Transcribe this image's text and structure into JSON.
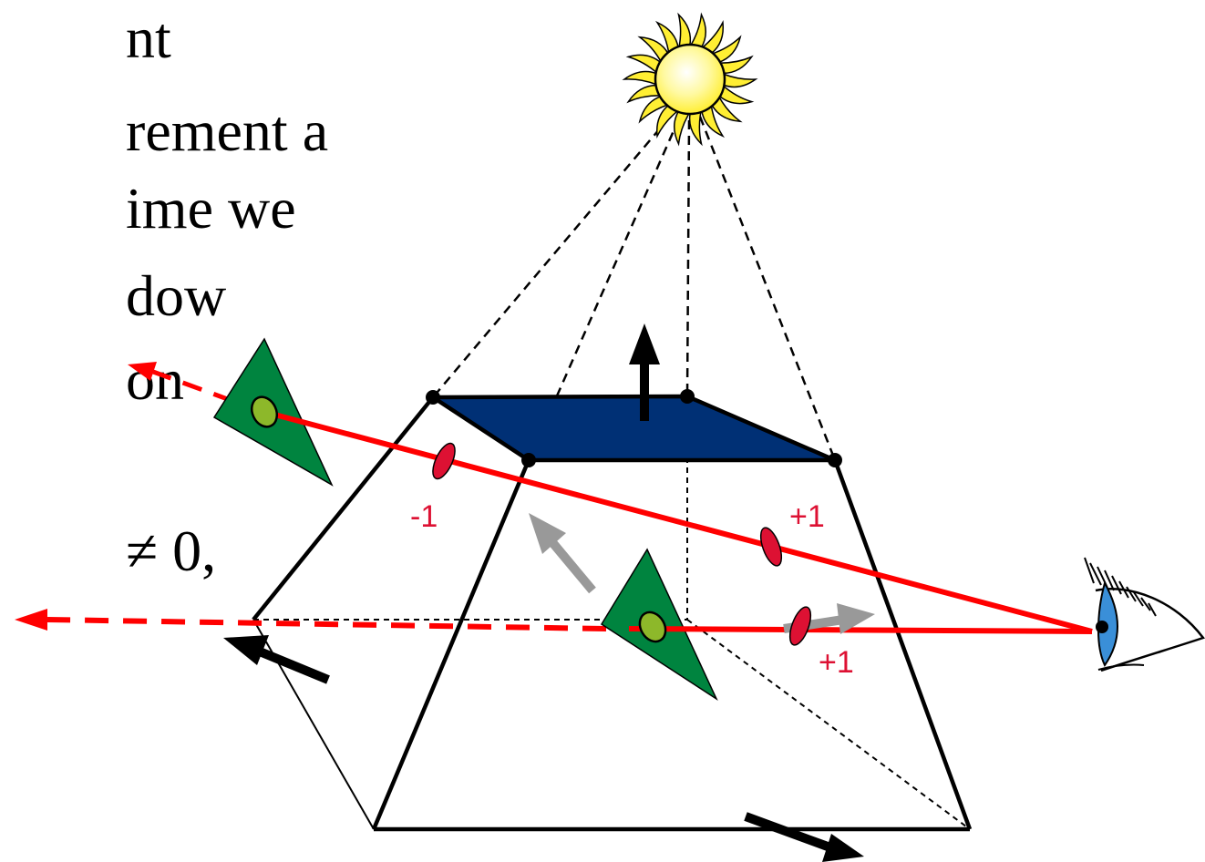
{
  "slide_text": {
    "lines": [
      "nt",
      "rement a",
      "ime we",
      "dow",
      "on",
      "≠ 0,"
    ]
  },
  "diagram": {
    "counter_labels": [
      "-1",
      "+1",
      "+1"
    ],
    "colors": {
      "ray": "#ff0000",
      "intersection": "#dd1133",
      "label": "#dd1133",
      "occluder": "#003075",
      "triangle": "#00843f",
      "point": "#8db82a",
      "sun": "#ffee33",
      "eye_iris": "#3a8fd8",
      "normal_dark": "#000000",
      "normal_light": "#999999"
    },
    "icons": [
      "sun-icon",
      "eye-icon"
    ]
  }
}
